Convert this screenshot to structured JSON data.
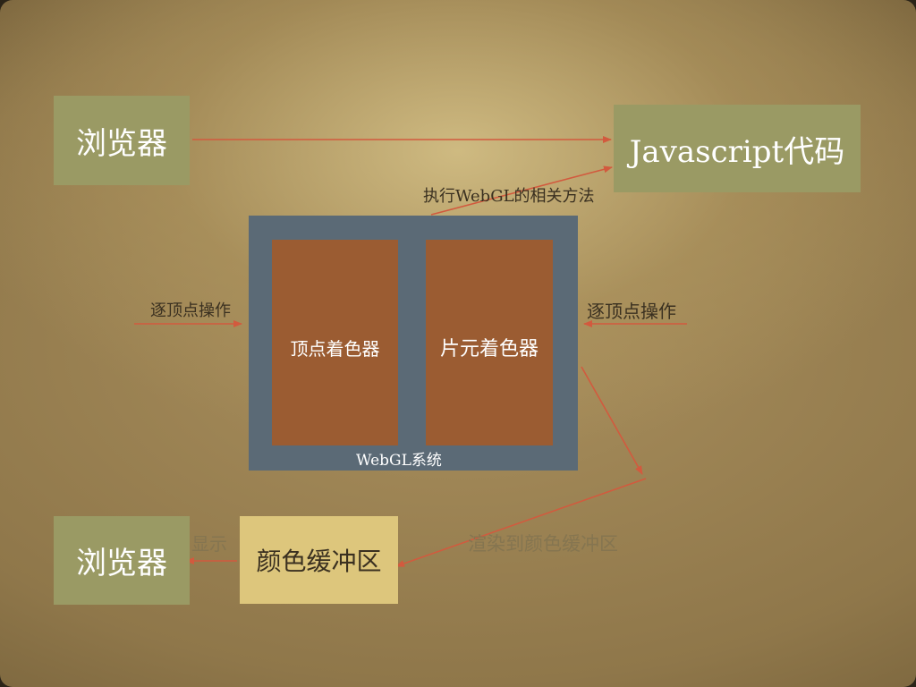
{
  "nodes": {
    "browser_top": "浏览器",
    "js_code": "Javascript代码",
    "vertex_shader": "顶点着色器",
    "fragment_shader": "片元着色器",
    "webgl_system": "WebGL系统",
    "color_buffer": "颜色缓冲区",
    "browser_bottom": "浏览器"
  },
  "edges": {
    "call_webgl": "执行WebGL的相关方法",
    "per_vertex_left": "逐顶点操作",
    "per_vertex_right": "逐顶点操作",
    "render_to_buffer": "渲染到颜色缓冲区",
    "display": "显示"
  },
  "colors": {
    "arrow": "#d25a3e",
    "node_green": "#9a9a64",
    "webgl_frame": "#5b6a76",
    "shader": "#9b5c32",
    "buffer": "#ddc67c"
  }
}
